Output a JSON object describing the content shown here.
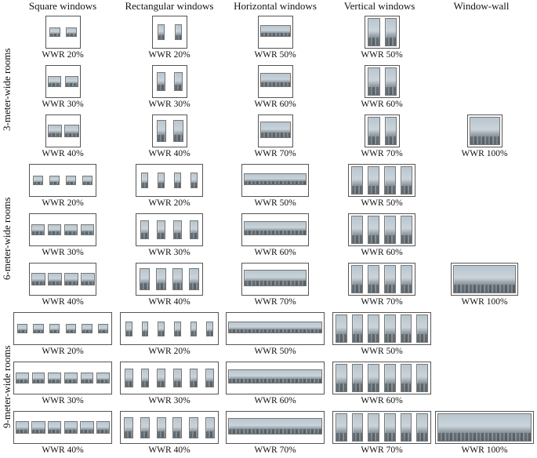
{
  "columns": [
    {
      "key": "square",
      "title": "Square windows"
    },
    {
      "key": "rect",
      "title": "Rectangular windows"
    },
    {
      "key": "horiz",
      "title": "Horizontal windows"
    },
    {
      "key": "vert",
      "title": "Vertical windows"
    },
    {
      "key": "wall",
      "title": "Window-wall"
    }
  ],
  "room_groups": [
    {
      "label": "3-meter-wide rooms",
      "window_count": 2,
      "rows": [
        {
          "cells": [
            "WWR 20%",
            "WWR 20%",
            "WWR 50%",
            "WWR 50%",
            ""
          ]
        },
        {
          "cells": [
            "WWR 30%",
            "WWR 30%",
            "WWR 60%",
            "WWR 60%",
            ""
          ]
        },
        {
          "cells": [
            "WWR 40%",
            "WWR 40%",
            "WWR 70%",
            "WWR 70%",
            "WWR 100%"
          ]
        }
      ]
    },
    {
      "label": "6-meter-wide rooms",
      "window_count": 4,
      "rows": [
        {
          "cells": [
            "WWR 20%",
            "WWR 20%",
            "WWR 50%",
            "WWR 50%",
            ""
          ]
        },
        {
          "cells": [
            "WWR 30%",
            "WWR 30%",
            "WWR 60%",
            "WWR 60%",
            ""
          ]
        },
        {
          "cells": [
            "WWR 40%",
            "WWR 40%",
            "WWR 70%",
            "WWR 70%",
            "WWR 100%"
          ]
        }
      ]
    },
    {
      "label": "9-meter-wide rooms",
      "window_count": 6,
      "rows": [
        {
          "cells": [
            "WWR 20%",
            "WWR 20%",
            "WWR 50%",
            "WWR 50%",
            ""
          ]
        },
        {
          "cells": [
            "WWR 30%",
            "WWR 30%",
            "WWR 60%",
            "WWR 60%",
            ""
          ]
        },
        {
          "cells": [
            "WWR 40%",
            "WWR 40%",
            "WWR 70%",
            "WWR 70%",
            "WWR 100%"
          ]
        }
      ]
    }
  ]
}
